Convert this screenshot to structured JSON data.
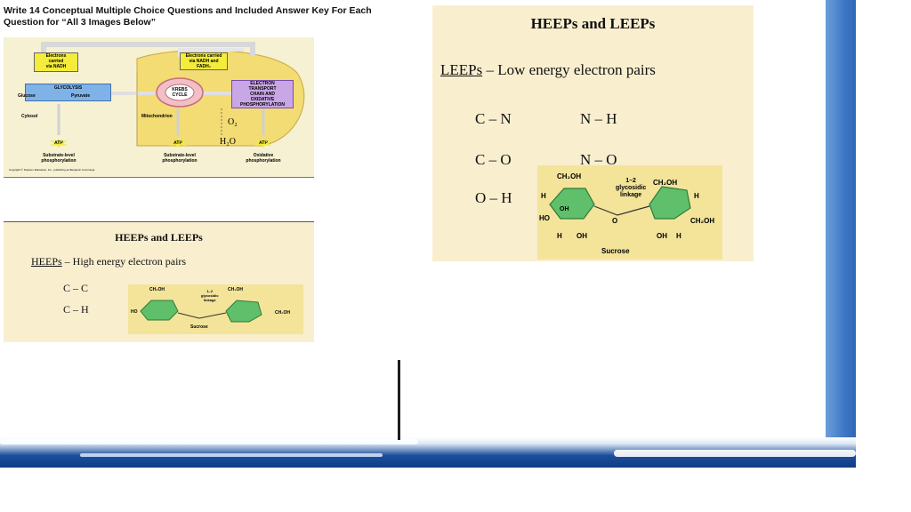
{
  "prompt": "Write 14 Conceptual Multiple Choice Questions and Included Answer Key For Each Question for “All 3 Images Below”",
  "diagram": {
    "electrons_nadh": [
      "Electrons",
      "carried",
      "via NADH"
    ],
    "electrons_nadh_fadh": [
      "Electrons carried",
      "via NADH and",
      "FADH₂"
    ],
    "glycolysis": "GLYCOLYSIS",
    "glucose": "Glucose",
    "pyruvate": "Pyruvate",
    "krebs": [
      "KREBS",
      "CYCLE"
    ],
    "etc": [
      "ELECTRON",
      "TRANSPORT",
      "CHAIN AND",
      "OXIDATIVE",
      "PHOSPHORYLATION"
    ],
    "cytosol": "Cytosol",
    "mitochondrion": "Mitochondrion",
    "o2": "O₂",
    "h2o": "H₂O",
    "atp": "ATP",
    "substrate_level_1": [
      "Substrate-level",
      "phosphorylation"
    ],
    "substrate_level_2": [
      "Substrate-level",
      "phosphorylation"
    ],
    "oxidative": [
      "Oxidative",
      "phosphorylation"
    ],
    "copyright": "Copyright © Pearson Education, Inc., publishing as Benjamin Cummings."
  },
  "heeps_slide": {
    "title": "HEEPs and LEEPs",
    "subtitle_term": "HEEPs",
    "subtitle_rest": " – High energy electron pairs",
    "bonds": [
      "C – C",
      "C – H"
    ]
  },
  "leeps_slide": {
    "title": "HEEPs and LEEPs",
    "subtitle_term": "LEEPs",
    "subtitle_rest": " – Low energy electron pairs",
    "bonds": [
      "C – N",
      "N – H",
      "C – O",
      "N – O",
      "O – H"
    ]
  },
  "sucrose": {
    "name": "Sucrose",
    "linkage": [
      "1–2",
      "glycosidic",
      "linkage"
    ],
    "ch2oh": "CH₂OH",
    "h": "H",
    "oh": "OH",
    "ho": "HO",
    "o": "O"
  },
  "colors": {
    "slide_bg": "#f9efcf",
    "ring_green": "#5fbf6a",
    "molecule_bg": "#f3e49a",
    "desktop_blue": "#1b4f9c"
  }
}
